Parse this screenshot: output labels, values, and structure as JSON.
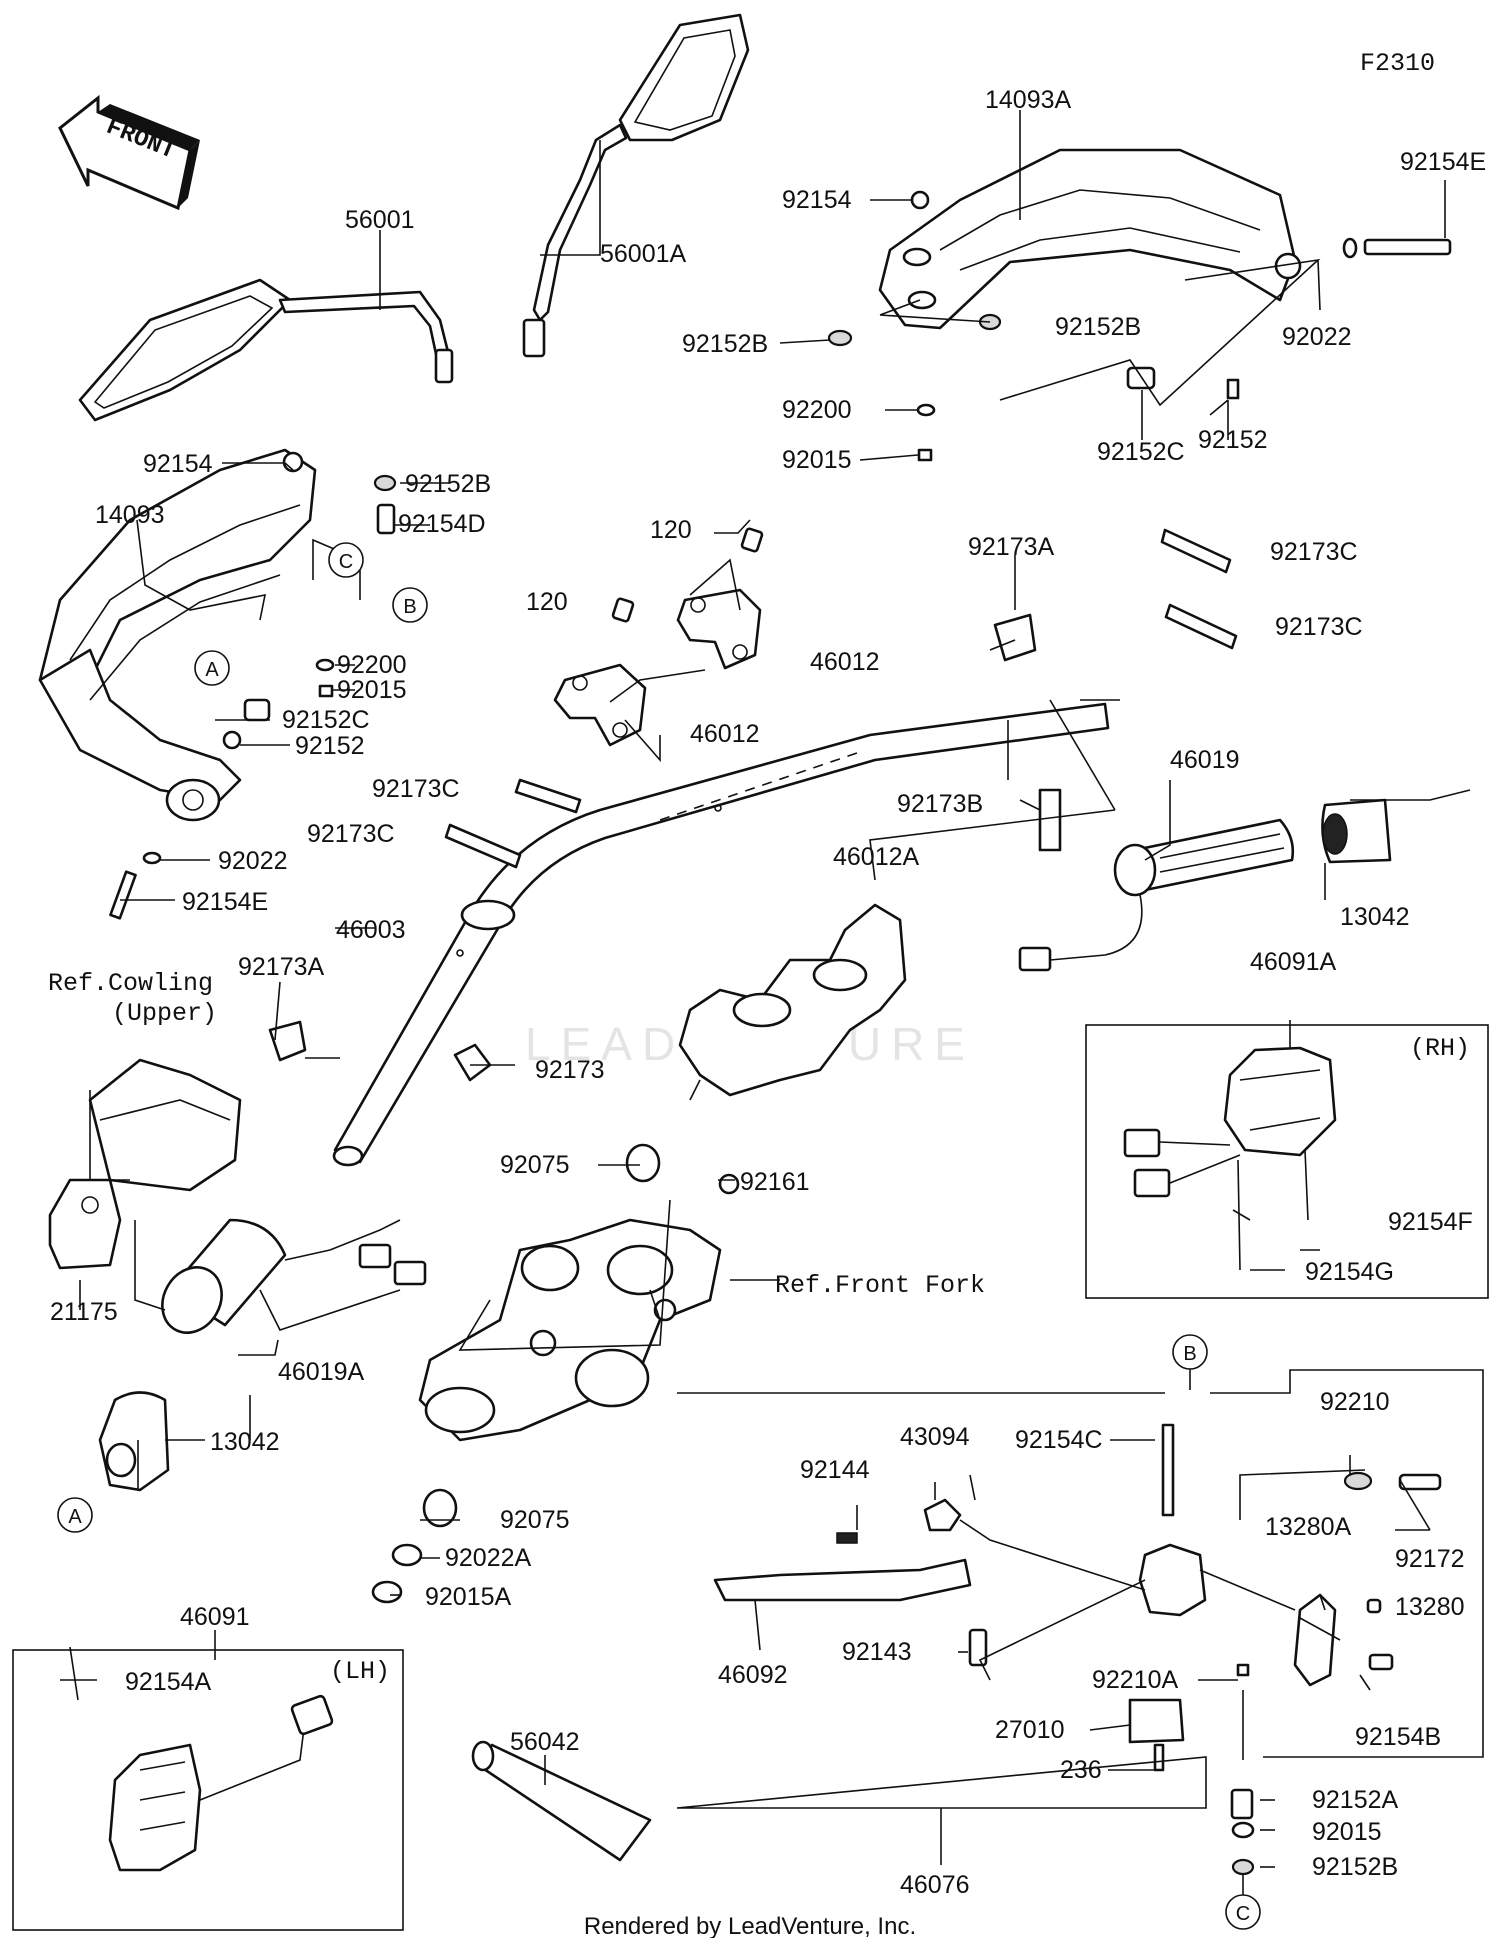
{
  "figure_code": "F2310",
  "front_label": "FRONT",
  "footer": "Rendered by LeadVenture, Inc.",
  "watermark": "LEADVENTURE",
  "groups": {
    "lh_box_tag": "(LH)",
    "rh_box_tag": "(RH)"
  },
  "callouts": {
    "a": "A",
    "b": "B",
    "c": "C"
  },
  "references": {
    "cowling_line1": "Ref.Cowling",
    "cowling_line2": "(Upper)",
    "front_fork": "Ref.Front Fork"
  },
  "parts": {
    "p56001": "56001",
    "p56001a": "56001A",
    "p14093a": "14093A",
    "p92154e_top": "92154E",
    "p92154_top": "92154",
    "p92152b_top_l": "92152B",
    "p92152b_top_r": "92152B",
    "p92022_top": "92022",
    "p92200_top": "92200",
    "p92152c_top": "92152C",
    "p92152_top": "92152",
    "p92015_top": "92015",
    "p92154_left": "92154",
    "p92152b_left": "92152B",
    "p14093": "14093",
    "p92154d": "92154D",
    "p92200_left": "92200",
    "p92015_left": "92015",
    "p92152c_left": "92152C",
    "p92152_left": "92152",
    "p92022_left": "92022",
    "p92154e_left": "92154E",
    "p120_a": "120",
    "p120_b": "120",
    "p46012_a": "46012",
    "p46012_b": "46012",
    "p92173a_top": "92173A",
    "p92173c_r1": "92173C",
    "p92173c_r2": "92173C",
    "p92173c_l1": "92173C",
    "p92173c_l2": "92173C",
    "p92173b": "92173B",
    "p46019": "46019",
    "p13042_r": "13042",
    "p46003": "46003",
    "p46012a": "46012A",
    "p92173a_left": "92173A",
    "p92173": "92173",
    "p92075_top": "92075",
    "p92161": "92161",
    "p46091a": "46091A",
    "p92154f": "92154F",
    "p92154g": "92154G",
    "p21175": "21175",
    "p46019a": "46019A",
    "p13042_l": "13042",
    "p92075_bot": "92075",
    "p92022a": "92022A",
    "p92015a": "92015A",
    "p46091": "46091",
    "p92154a": "92154A",
    "p56042": "56042",
    "p92210": "92210",
    "p43094": "43094",
    "p92154c": "92154C",
    "p92144": "92144",
    "p13280a": "13280A",
    "p92172": "92172",
    "p13280": "13280",
    "p46092": "46092",
    "p92143": "92143",
    "p92210a": "92210A",
    "p92154b": "92154B",
    "p27010": "27010",
    "p236": "236",
    "p92152a": "92152A",
    "p92015_bot": "92015",
    "p92152b_bot": "92152B",
    "p46076": "46076"
  }
}
